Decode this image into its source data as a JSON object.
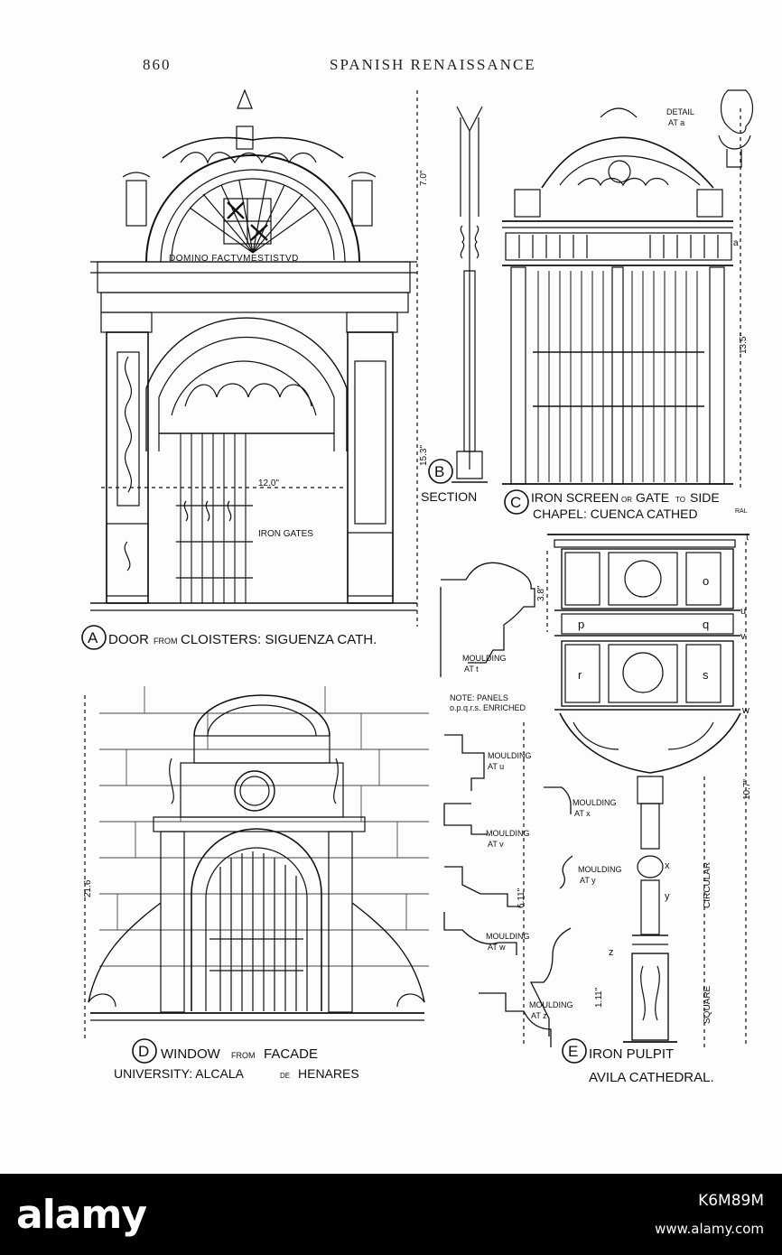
{
  "page": {
    "number": "860",
    "running_title": "SPANISH RENAISSANCE"
  },
  "figures": {
    "a": {
      "letter": "A",
      "caption_1": "DOOR",
      "caption_small": "FROM",
      "caption_2": "CLOISTERS: SIGUENZA CATH.",
      "inscription": "DOMINO FACTVMESTISTVD",
      "dim_top": "7.0\"",
      "dim_side": "15.3\"",
      "dim_width": "12.0\"",
      "gates_label": "IRON GATES"
    },
    "b": {
      "letter": "B",
      "caption": "SECTION"
    },
    "c": {
      "letter": "C",
      "line1_a": "IRON SCREEN",
      "line1_small1": "OR",
      "line1_b": "GATE",
      "line1_small2": "TO",
      "line1_c": "SIDE",
      "line2": "CHAPEL: CUENCA CATHED",
      "line2_sup": "RAL",
      "detail": "DETAIL",
      "detail_at": "AT a",
      "marker_a": "a",
      "dim_side": "13.5\""
    },
    "d": {
      "letter": "D",
      "line1_a": "WINDOW",
      "line1_small": "FROM",
      "line1_b": "FACADE",
      "line2_a": "UNIVERSITY: ALCALA",
      "line2_small": "DE",
      "line2_b": "HENARES",
      "dim_side": "21.6"
    },
    "e": {
      "letter": "E",
      "line1": "IRON PULPIT",
      "line2": "AVILA CATHEDRAL.",
      "dim_upper": "3.8\"",
      "dim_lower": "6.11\"",
      "dim_base": "1.11\"",
      "dim_total": "10.7\"",
      "circular": "CIRCULAR",
      "square": "SQUARE",
      "markers": {
        "t": "t",
        "u": "u",
        "v": "v",
        "w": "w",
        "x": "x",
        "y": "y",
        "z": "z",
        "o": "o",
        "p": "p",
        "q": "q",
        "r": "r",
        "s": "s"
      }
    },
    "mouldings": {
      "note_1": "NOTE: PANELS",
      "note_2": "o.p.q.r.s. ENRICHED",
      "label": "MOULDING",
      "at_t": "AT t",
      "at_u": "AT u",
      "at_v": "AT v",
      "at_w": "AT w",
      "at_x": "AT x",
      "at_y": "AT y",
      "at_z": "AT z"
    }
  },
  "footer": {
    "brand": "alamy",
    "image_id": "K6M89M",
    "site": "www.alamy.com"
  },
  "colors": {
    "ink": "#111111",
    "paper": "#fdfdfd",
    "footer": "#000000",
    "footer_text": "#ffffff"
  }
}
